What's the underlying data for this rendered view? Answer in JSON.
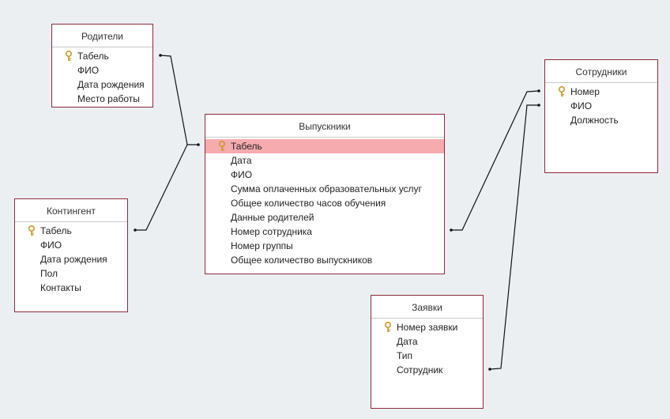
{
  "colors": {
    "background": "#eceff2",
    "table_border": "#8b2b3a",
    "selected_row": "#f6abaf",
    "key_icon": "#d9b24a",
    "connector": "#111111"
  },
  "tables": {
    "roditeli": {
      "title": "Родители",
      "fields": [
        "Табель",
        "ФИО",
        "Дата рождения",
        "Место работы"
      ],
      "key_icon": "key-icon"
    },
    "kontingent": {
      "title": "Контингент",
      "fields": [
        "Табель",
        "ФИО",
        "Дата рождения",
        "Пол",
        "Контакты"
      ],
      "key_icon": "key-icon"
    },
    "vypuskniki": {
      "title": "Выпускники",
      "fields": [
        "Табель",
        "Дата",
        "ФИО",
        "Сумма оплаченных образовательных услуг",
        "Общее количество часов обучения",
        "Данные родителей",
        "Номер сотрудника",
        "Номер группы",
        "Общее количество выпускников"
      ],
      "key_icon": "key-icon",
      "selected_field": "Табель"
    },
    "sotrudniki": {
      "title": "Сотрудники",
      "fields": [
        "Номер",
        "ФИО",
        "Должность"
      ],
      "key_icon": "key-icon"
    },
    "zayavki": {
      "title": "Заявки",
      "fields": [
        "Номер заявки",
        "Дата",
        "Тип",
        "Сотрудник"
      ],
      "key_icon": "key-icon"
    }
  }
}
